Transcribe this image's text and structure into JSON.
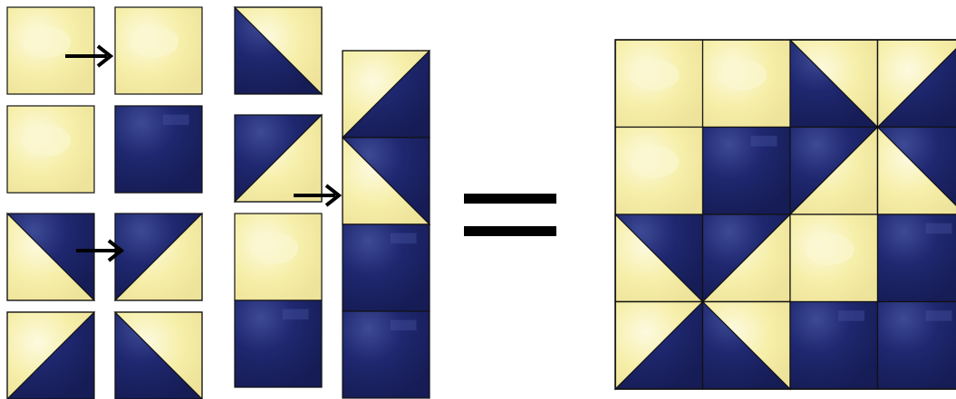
{
  "colors": {
    "light": "#f6efaa",
    "light_highlight": "#fbf7cf",
    "dark": "#1c2466",
    "dark_highlight": "#4d5ca8",
    "outline": "#111111",
    "arrow": "#000000"
  },
  "pieces": {
    "pair1": [
      {
        "type": "solid",
        "color": "light"
      },
      {
        "type": "solid",
        "color": "light"
      }
    ],
    "pair2": [
      {
        "type": "solid",
        "color": "light"
      },
      {
        "type": "solid",
        "color": "dark"
      }
    ],
    "pair3": [
      {
        "type": "hst",
        "light": "bl"
      },
      {
        "type": "hst",
        "light": "br"
      }
    ],
    "pair4": [
      {
        "type": "hst",
        "light": "tl"
      },
      {
        "type": "hst",
        "light": "tr"
      }
    ],
    "column_a": [
      {
        "type": "hst",
        "light": "tr"
      },
      {
        "type": "hst",
        "light": "br"
      },
      {
        "type": "solid",
        "color": "light"
      },
      {
        "type": "solid",
        "color": "dark"
      }
    ],
    "column_b": [
      {
        "type": "hst",
        "light": "tl"
      },
      {
        "type": "hst",
        "light": "bl"
      },
      {
        "type": "solid",
        "color": "dark"
      },
      {
        "type": "solid",
        "color": "dark"
      }
    ]
  },
  "equals_symbol": "=",
  "finished_block": [
    [
      {
        "type": "solid",
        "color": "light"
      },
      {
        "type": "solid",
        "color": "light"
      },
      {
        "type": "hst",
        "light": "tr"
      },
      {
        "type": "hst",
        "light": "tl"
      }
    ],
    [
      {
        "type": "solid",
        "color": "light"
      },
      {
        "type": "solid",
        "color": "dark"
      },
      {
        "type": "hst",
        "light": "br"
      },
      {
        "type": "hst",
        "light": "bl"
      }
    ],
    [
      {
        "type": "hst",
        "light": "bl"
      },
      {
        "type": "hst",
        "light": "br"
      },
      {
        "type": "solid",
        "color": "light"
      },
      {
        "type": "solid",
        "color": "dark"
      }
    ],
    [
      {
        "type": "hst",
        "light": "tl"
      },
      {
        "type": "hst",
        "light": "tr"
      },
      {
        "type": "solid",
        "color": "dark"
      },
      {
        "type": "solid",
        "color": "dark"
      }
    ]
  ]
}
